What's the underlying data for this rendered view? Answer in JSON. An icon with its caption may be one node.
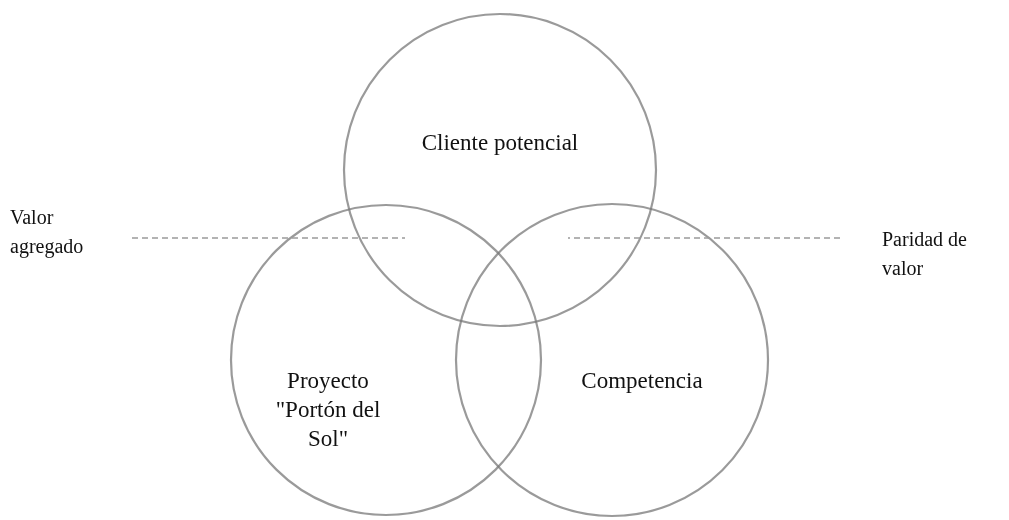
{
  "diagram": {
    "nodes": [
      {
        "text": [
          "Cliente potencial"
        ]
      },
      {
        "text": [
          "Proyecto \"Portón del Sol\""
        ]
      },
      {
        "text": [
          "Competencia"
        ]
      },
      {
        "text": [
          "Valor agregado"
        ]
      },
      {
        "text": [
          "Paridad de valor"
        ]
      }
    ],
    "edges": [
      {
        "from": 3,
        "to": 1,
        "arrow": "none",
        "style": "dashed"
      },
      {
        "from": 4,
        "to": 0,
        "arrow": "none",
        "style": "dashed"
      }
    ]
  }
}
